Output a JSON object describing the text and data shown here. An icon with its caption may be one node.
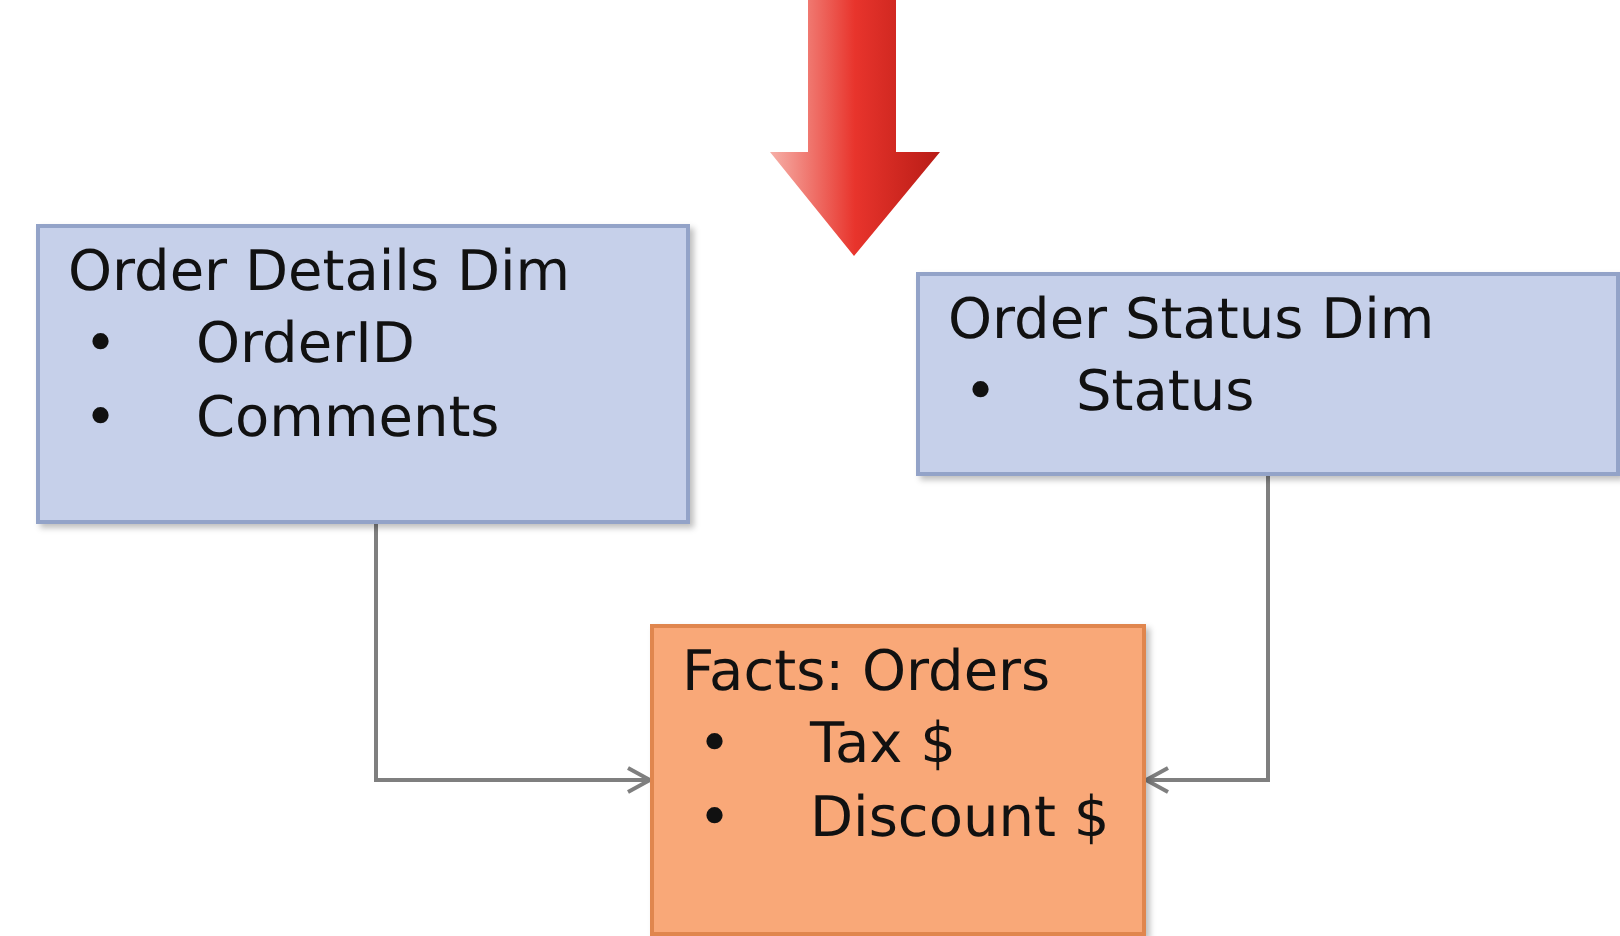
{
  "diagram": {
    "nodes": [
      {
        "text": [
          "Order Details Dim",
          "•",
          "OrderID",
          "•",
          "Comments"
        ]
      },
      {
        "text": [
          "Order Status Dim",
          "•",
          "Status"
        ]
      },
      {
        "text": [
          "Facts: Orders",
          "•",
          "Tax $",
          "•",
          "Discount $"
        ]
      }
    ],
    "edges": [
      {
        "from": 0,
        "to": 2,
        "arrow": "to"
      },
      {
        "from": 1,
        "to": 2,
        "arrow": "to"
      }
    ]
  }
}
